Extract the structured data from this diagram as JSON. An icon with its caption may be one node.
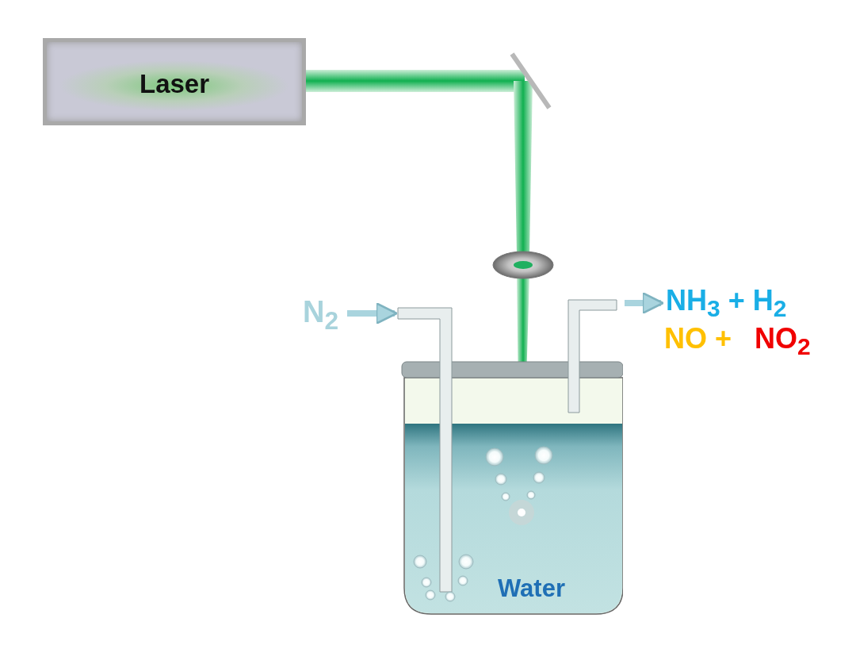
{
  "diagram": {
    "nodes": [
      {
        "text": [
          "Laser"
        ]
      },
      {
        "text": [
          "N$_{2}$"
        ]
      },
      {
        "text": [
          "Water"
        ]
      },
      {
        "text": [
          "NH$_{3}$ + H$_{2}$",
          "NO +",
          "NO$_{2}$"
        ]
      }
    ],
    "edges": [
      {
        "from": 1,
        "to": 2,
        "arrow": "to"
      },
      {
        "from": 2,
        "to": 3,
        "arrow": "to"
      }
    ]
  }
}
